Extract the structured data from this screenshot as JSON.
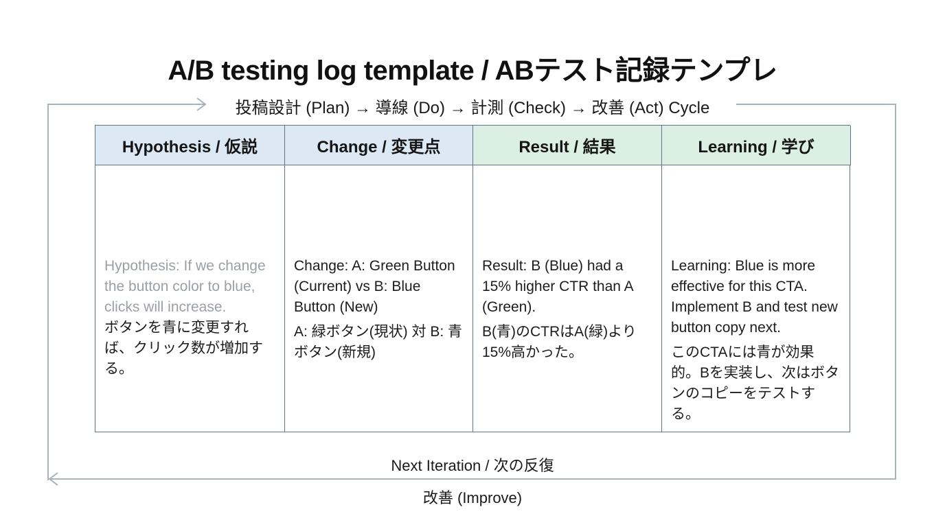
{
  "title": "A/B testing log template / ABテスト記録テンプレ",
  "cycle": {
    "label": "投稿設計 (Plan) → 導線 (Do) → 計測 (Check) → 改善 (Act) Cycle",
    "next_iteration_label": "Next Iteration / 次の反復",
    "improve_label": "改善 (Improve)",
    "line_color": "#a9b3bc"
  },
  "table": {
    "border_color": "#5f7585",
    "columns": [
      {
        "header": "Hypothesis / 仮説",
        "header_bg": "#dce9f4",
        "text_en": "Hypothesis: If we change the button color to blue, clicks will increase.",
        "text_jp": "ボタンを青に変更すれば、クリック数が増加する。",
        "en_is_placeholder": true
      },
      {
        "header": "Change / 変更点",
        "header_bg": "#dce9f4",
        "text_en": "Change: A: Green Button (Current) vs B: Blue Button (New)",
        "text_jp": "A: 緑ボタン(現状) 対 B: 青ボタン(新規)",
        "en_is_placeholder": false
      },
      {
        "header": "Result / 結果",
        "header_bg": "#dcefe3",
        "text_en": "Result: B (Blue) had a 15% higher CTR than A (Green).",
        "text_jp": "B(青)のCTRはA(緑)より15%高かった。",
        "en_is_placeholder": false
      },
      {
        "header": "Learning / 学び",
        "header_bg": "#dcefe3",
        "text_en": "Learning: Blue is more effective for this CTA. Implement B and test new button copy next.",
        "text_jp": "このCTAには青が効果的。Bを実装し、次はボタンのコピーをテストする。",
        "en_is_placeholder": false
      }
    ]
  }
}
